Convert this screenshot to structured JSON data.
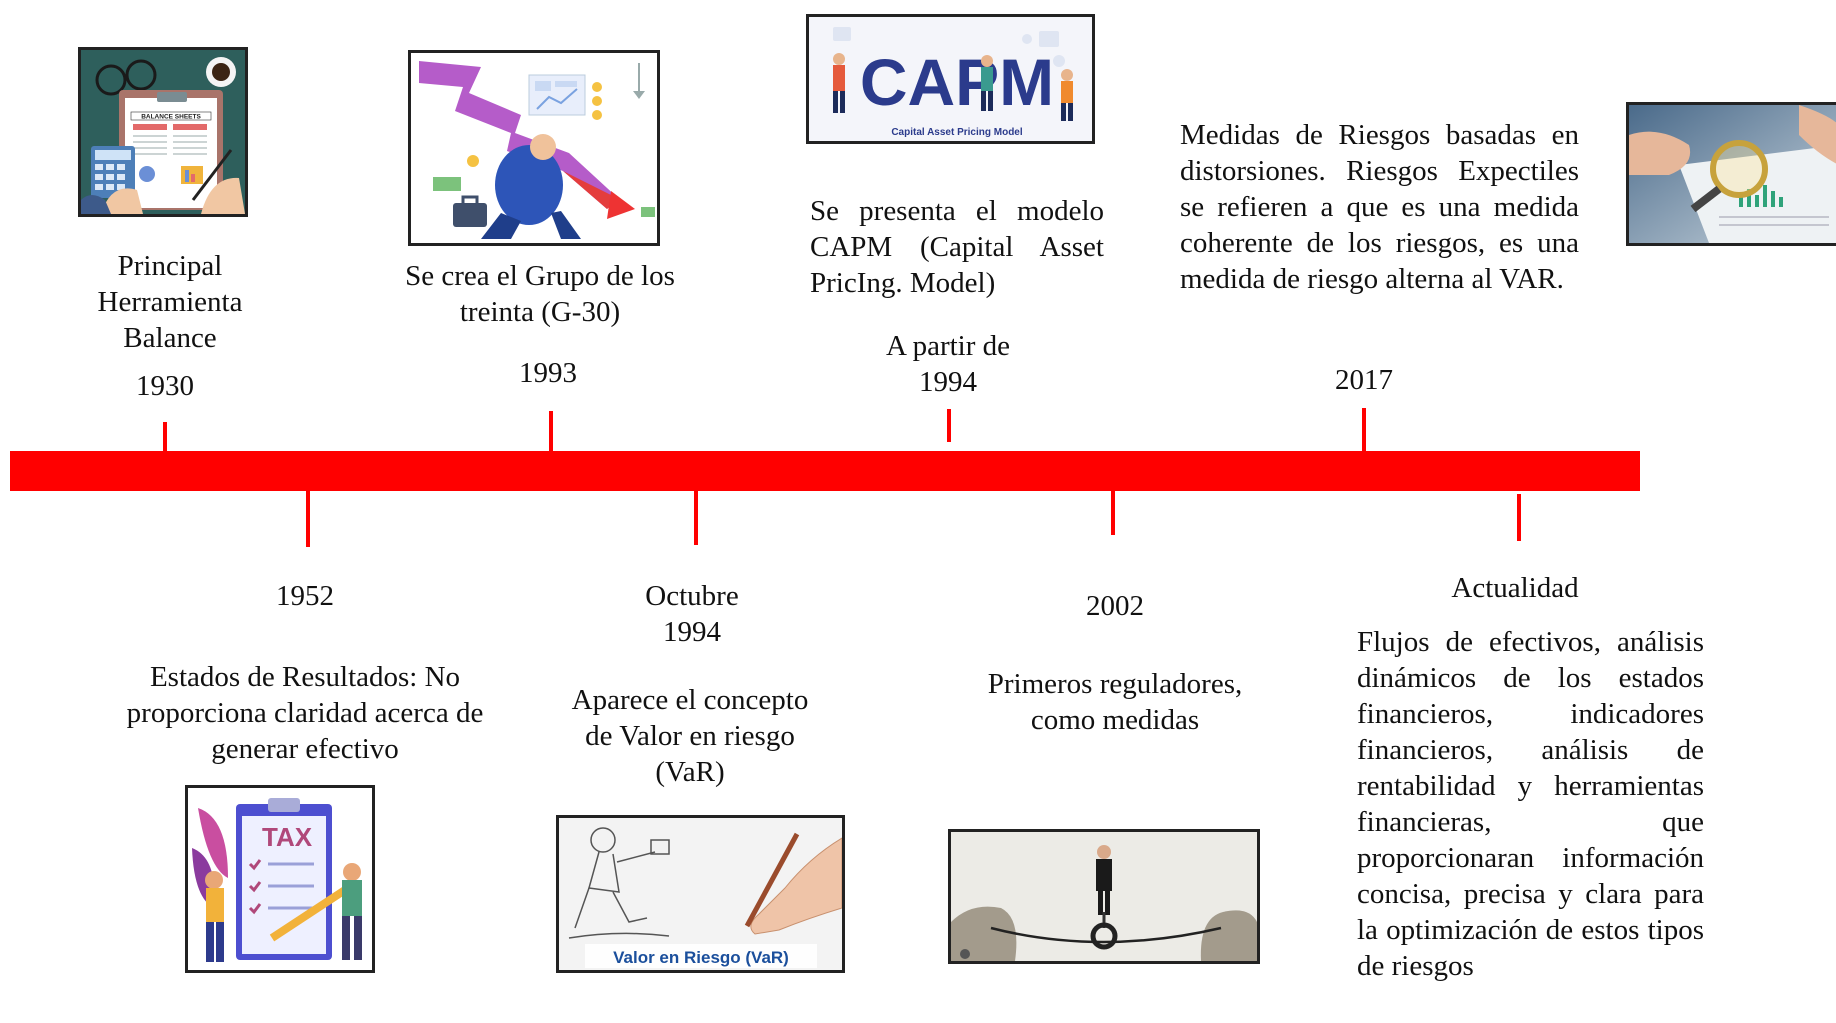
{
  "timeline": {
    "events_top": [
      {
        "title": "Principal Herramienta Balance",
        "year": "1930"
      },
      {
        "title": "Se crea el Grupo de los treinta (G-30)",
        "year": "1993"
      },
      {
        "title": "Se presenta el modelo CAPM (Capital Asset PricIng. Model)",
        "year": "A partir de 1994"
      },
      {
        "title": "Medidas de Riesgos basadas en distorsiones. Riesgos Expectiles se refieren a que es una medida coherente de los riesgos, es una medida de riesgo alterna al VAR.",
        "year": "2017"
      }
    ],
    "events_bottom": [
      {
        "year": "1952",
        "title": "Estados de Resultados: No proporciona claridad acerca de generar efectivo"
      },
      {
        "year": "Octubre 1994",
        "title": "Aparece el concepto de Valor en riesgo (VaR)"
      },
      {
        "year": "2002",
        "title": "Primeros reguladores, como medidas"
      },
      {
        "year": "Actualidad",
        "title": "Flujos de efectivos, análisis dinámicos de los estados financieros, indicadores financieros, análisis de rentabilidad y herramientas financieras, que proporcionaran información concisa, precisa y clara para la optimización de estos tipos de riesgos"
      }
    ]
  },
  "images": {
    "balance": {
      "icon": "balance-sheet-illustration",
      "label": "BALANCE SHEETS"
    },
    "g30": {
      "icon": "falling-chart-businessman-illustration"
    },
    "capm": {
      "logo_text": "CAPM",
      "caption": "Capital Asset Pricing Model"
    },
    "expectiles": {
      "icon": "magnifying-glass-document-photo"
    },
    "tax": {
      "icon": "tax-clipboard-illustration",
      "label": "TAX"
    },
    "var": {
      "caption": "Valor en Riesgo (VaR)"
    },
    "unicycle": {
      "icon": "unicycle-tightrope-photo"
    }
  },
  "colors": {
    "timeline": "#ff0000"
  }
}
